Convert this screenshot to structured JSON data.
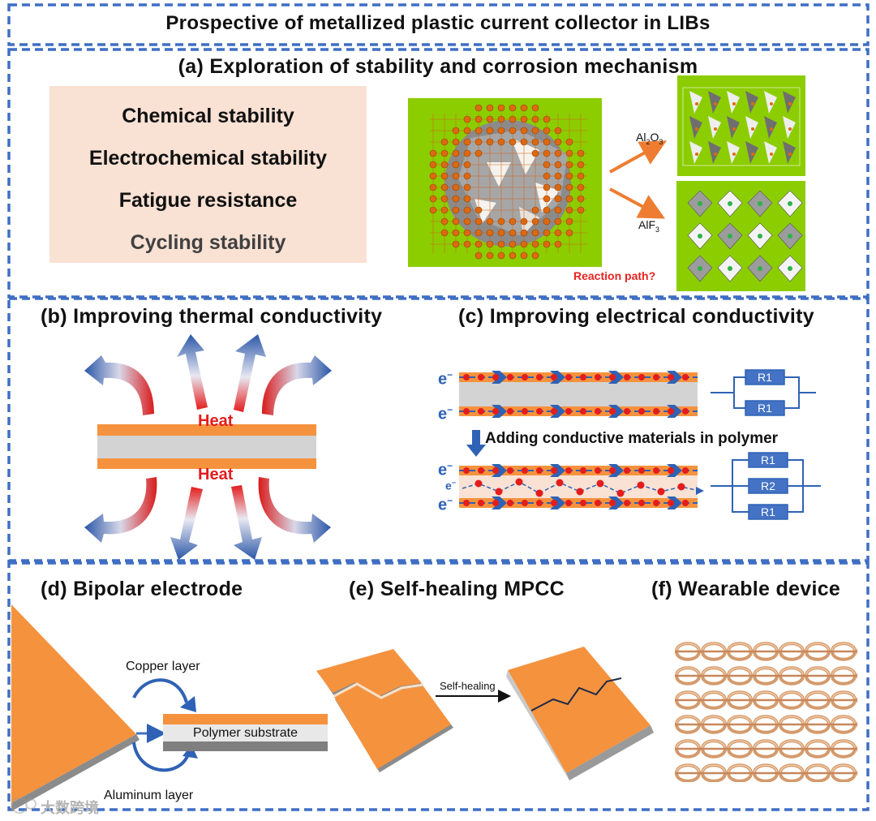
{
  "title": "Prospective of metallized plastic current collector in LIBs",
  "panel_a": {
    "title": "(a) Exploration of stability and corrosion mechanism",
    "items": [
      "Chemical stability",
      "Electrochemical stability",
      "Fatigue resistance",
      "Cycling stability"
    ],
    "product1": {
      "main": "Al",
      "sub1": "2",
      "mid": "O",
      "sub2": "3"
    },
    "product2": {
      "main": "AlF",
      "sub1": "3"
    },
    "question": "Reaction path?",
    "colors": {
      "box": "#f9e1d4",
      "green": "#8ccd00",
      "arrow": "#ee7d31",
      "question": "#e8231f"
    }
  },
  "panel_b": {
    "title": "(b) Improving thermal conductivity",
    "heat": "Heat"
  },
  "panel_c": {
    "title": "(c) Improving electrical conductivity",
    "electron": "e",
    "minus": "−",
    "step": "Adding conductive materials in polymer",
    "resistors_top": [
      "R1",
      "R1"
    ],
    "resistors_bottom": [
      "R1",
      "R2",
      "R1"
    ]
  },
  "panel_d": {
    "title": "(d) Bipolar electrode",
    "copper": "Copper layer",
    "substrate": "Polymer substrate",
    "aluminum": "Aluminum layer"
  },
  "panel_e": {
    "title": "(e) Self-healing MPCC",
    "arrow_label": "Self-healing"
  },
  "panel_f": {
    "title": "(f) Wearable device"
  },
  "watermark": "大数跨境",
  "colors": {
    "border": "#3f6fc4",
    "orange": "#f5923e",
    "blue": "#2f62b5",
    "red": "#e41c1c"
  }
}
